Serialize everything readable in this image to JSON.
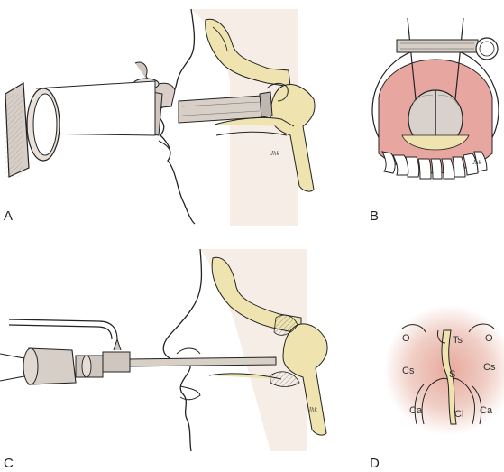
{
  "figure": {
    "panels": [
      {
        "id": "A",
        "label": "A"
      },
      {
        "id": "B",
        "label": "B"
      },
      {
        "id": "C",
        "label": "C"
      },
      {
        "id": "D",
        "label": "D"
      }
    ],
    "panel_d_labels": {
      "left_o": "O",
      "right_o": "O",
      "ts": "Ts",
      "left_cs": "Cs",
      "right_cs": "Cs",
      "s": "S",
      "left_ca": "Ca",
      "right_ca": "Ca",
      "cl": "Cl"
    },
    "signature": "Jhk"
  },
  "colors": {
    "bone": "#efe3b0",
    "skin": "#f3e6dc",
    "gum": "#e8a6a0",
    "mucosa": "#e6b9ae",
    "ink": "#222222"
  }
}
